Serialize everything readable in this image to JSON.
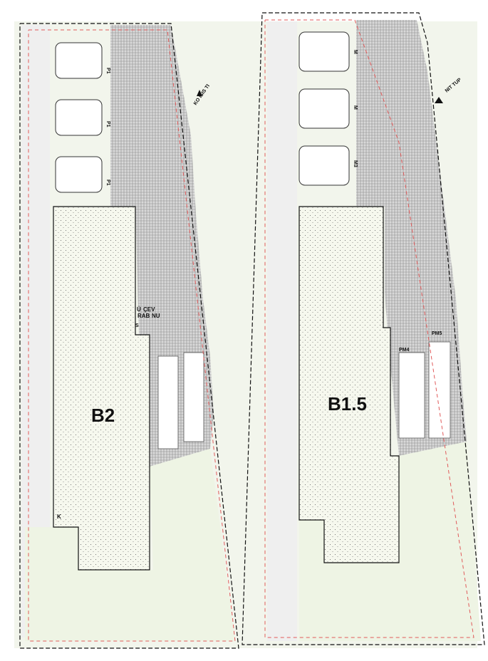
{
  "labels": {
    "block_left": "B2",
    "block_right": "B1.5",
    "left_note_1": "Ü",
    "left_note_2": "ÇEV",
    "left_note_3": "RAB",
    "left_note_4": "NU",
    "left_note_5": "S",
    "left_corner": "K",
    "right_top": "NIT TUP",
    "left_top": "KO ISIS TI",
    "right_pm5": "PM5",
    "right_pm4": "PM4",
    "left_units": [
      "P1",
      "P1",
      "P1"
    ],
    "right_units": [
      "M",
      "M",
      "M3"
    ]
  },
  "colors": {
    "hatch": "#9a9a9a",
    "grass": "#eef4e4",
    "dotted_fill": "#f5f8ec",
    "road": "#f1f1f1",
    "boundary_red": "#e05a5a",
    "black": "#111111"
  }
}
